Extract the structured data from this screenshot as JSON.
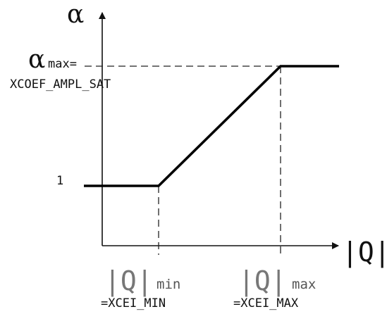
{
  "y_axis": {
    "label": "α"
  },
  "x_axis": {
    "label": "|Q|"
  },
  "alpha_max": {
    "symbol": "α",
    "subscript": "max=",
    "name": "XCOEF_AMPL_SAT"
  },
  "level_one": {
    "text": "1"
  },
  "q_min": {
    "text": "|Q|",
    "subscript": "min",
    "name": "=XCEI_MIN"
  },
  "q_max": {
    "text": "|Q|",
    "subscript": "max",
    "name": "=XCEI_MAX"
  }
}
